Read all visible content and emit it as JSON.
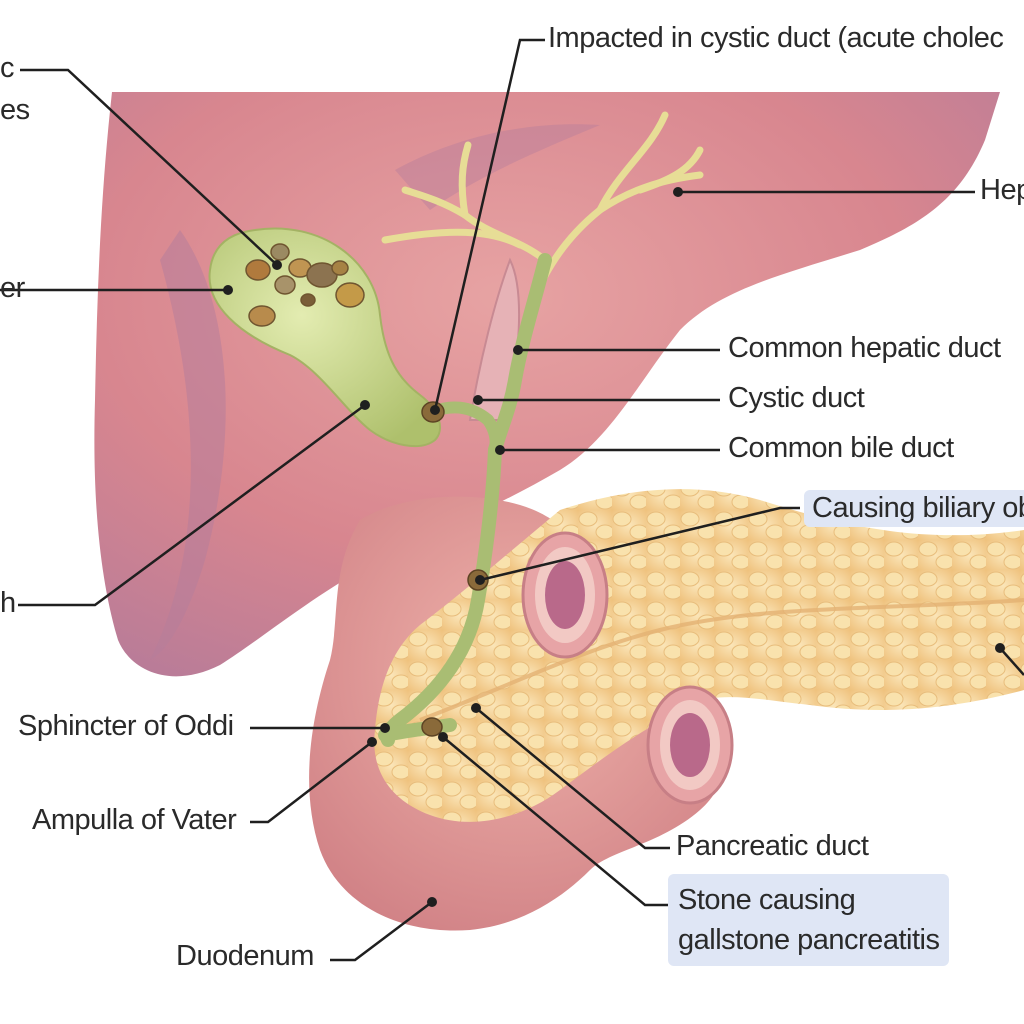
{
  "labels": {
    "gallstones": [
      "c",
      "es"
    ],
    "impacted": "Impacted in cystic duct (acute cholec",
    "hepatic": "Hep",
    "fundus": "er",
    "common_hepatic_duct": "Common hepatic duct",
    "cystic_duct": "Cystic duct",
    "common_bile_duct": "Common bile duct",
    "biliary_obstruction": "Causing biliary ob",
    "neck": "h",
    "sphincter": "Sphincter of Oddi",
    "ampulla": "Ampulla of Vater",
    "pancreatic_duct": "Pancreatic duct",
    "stone_pancreatitis": [
      "Stone causing",
      "gallstone pancreatitis"
    ],
    "duodenum": "Duodenum"
  },
  "colors": {
    "liver": "#d8868f",
    "liver_shadow": "#b77e9b",
    "gallbladder": "#c4d58a",
    "duct": "#a9bd73",
    "stone": "#8a6a3a",
    "pancreas": "#f6d69a",
    "duodenum": "#e49a94",
    "callout_bg": "#dfe6f5",
    "leader": "#1f1f1f"
  }
}
